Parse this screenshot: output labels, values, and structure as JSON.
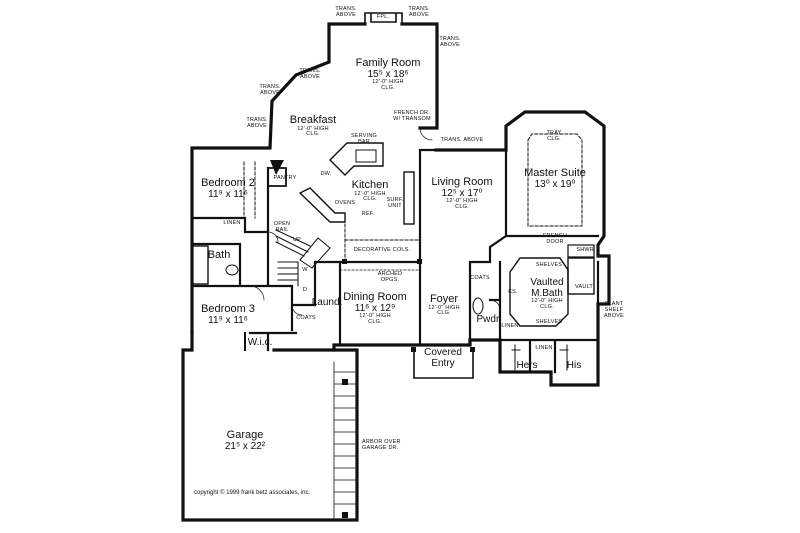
{
  "rooms": {
    "family_room": {
      "name": "Family Room",
      "dim": "15⁵ x 18⁶",
      "ceiling": "12'-0\" HIGH",
      "clg": "CLG."
    },
    "breakfast": {
      "name": "Breakfast",
      "ceiling": "12'-0\" HIGH",
      "clg": "CLG."
    },
    "kitchen": {
      "name": "Kitchen",
      "ceiling": "12'-0\" HIGH",
      "clg": "CLG."
    },
    "bedroom2": {
      "name": "Bedroom 2",
      "dim": "11⁹ x 11⁶"
    },
    "living_room": {
      "name": "Living Room",
      "dim": "12⁵ x 17⁰",
      "ceiling": "12'-0\" HIGH",
      "clg": "CLG."
    },
    "master_suite": {
      "name": "Master Suite",
      "dim": "13⁰ x 19⁰"
    },
    "bath": {
      "name": "Bath"
    },
    "bedroom3": {
      "name": "Bedroom 3",
      "dim": "11⁹ x 11⁶"
    },
    "laundry": {
      "name": "Laund."
    },
    "wic": {
      "name": "W.i.c."
    },
    "dining_room": {
      "name": "Dining Room",
      "dim": "11⁶ x 12⁹",
      "ceiling": "12'-0\" HIGH",
      "clg": "CLG."
    },
    "foyer": {
      "name": "Foyer",
      "ceiling": "12'-0\" HIGH",
      "clg": "CLG."
    },
    "powder": {
      "name": "Pwdr."
    },
    "vaulted_bath": {
      "name": "Vaulted",
      "name2": "M.Bath",
      "ceiling": "12'-0\" HIGH",
      "clg": "CLG."
    },
    "hers": {
      "name": "Hers"
    },
    "his": {
      "name": "His"
    },
    "covered_entry": {
      "name": "Covered",
      "name2": "Entry"
    },
    "garage": {
      "name": "Garage",
      "dim": "21⁵ x 22²"
    }
  },
  "notes": {
    "fpl": "FPL.",
    "trans_above": "TRANS.",
    "above": "ABOVE",
    "french_dr": "FRENCH DR.",
    "w_transom": "W/ TRANSOM",
    "trans_above_line": "TRANS. ABOVE",
    "serving": "SERVING",
    "bar": "BAR",
    "dw": "DW.",
    "pantry": "PANTRY",
    "ovens": "OVENS",
    "surf": "SURF.",
    "unit": "UNIT",
    "ref": "REF.",
    "linen": "LINEN",
    "open": "OPEN",
    "rail": "RAIL",
    "decorative_cols": "DECORATIVE COLS.",
    "arched": "ARCHED",
    "opgs": "OPGS.",
    "coats": "COATS",
    "tray": "TRAY",
    "clg": "CLG.",
    "french": "FRENCH",
    "door": "DOOR",
    "shelves": "SHELVES",
    "shwr": "SHWR.",
    "vault": "VAULT",
    "ks": "KS.",
    "plant": "PLANT",
    "shelf": "SHELF",
    "arbor_over": "ARBOR OVER",
    "garage_dr": "GARAGE DR.",
    "w": "W",
    "d": "D",
    "up": "UP"
  },
  "copyright": "copyright © 1999 frank betz associates, inc."
}
